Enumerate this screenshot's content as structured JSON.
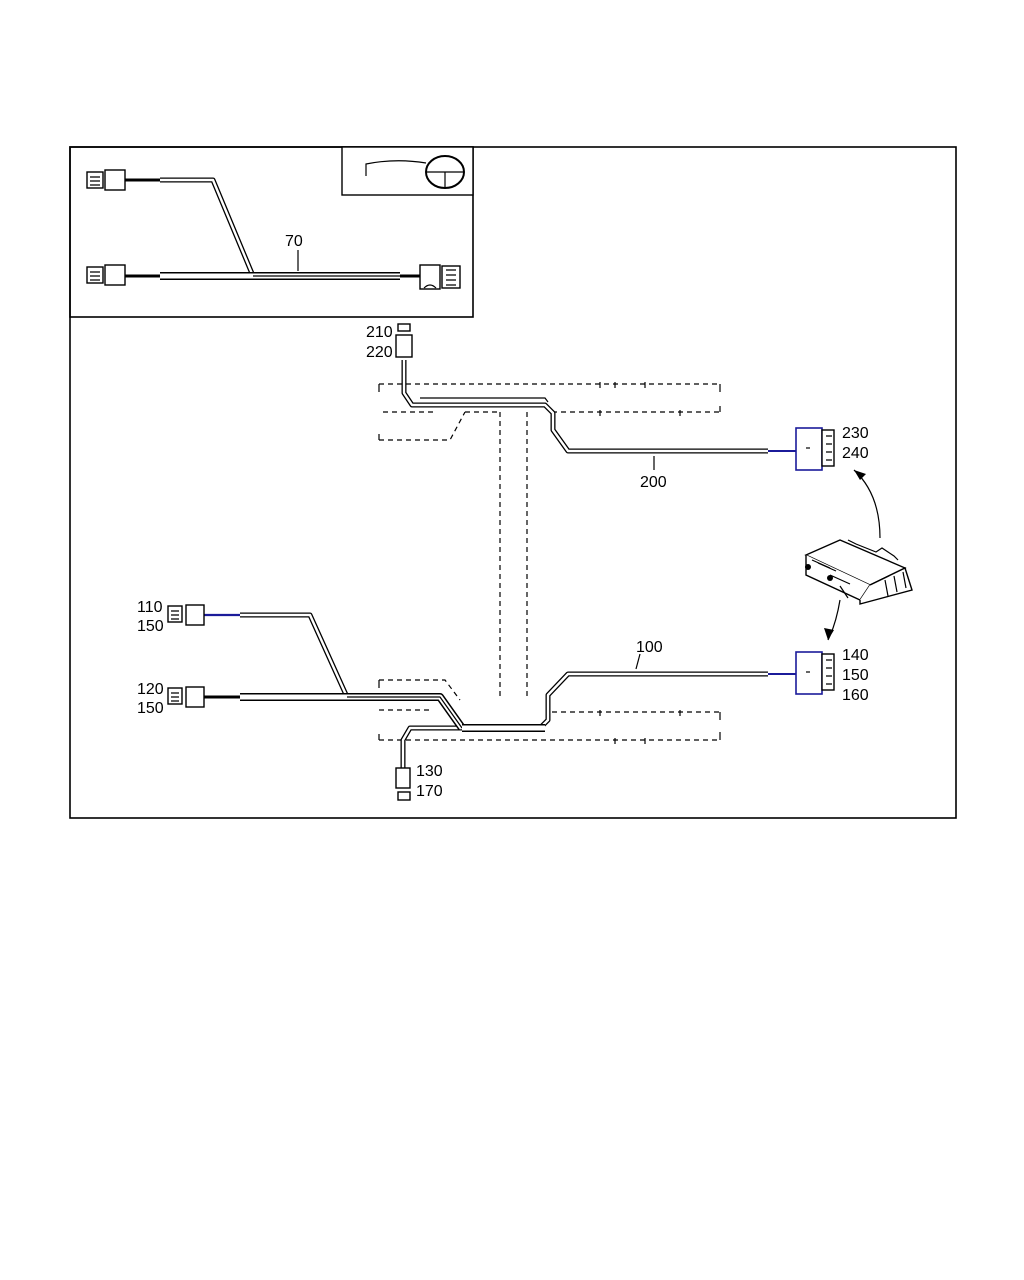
{
  "diagram": {
    "inset_harness_label": "70",
    "harness_top_label": "200",
    "harness_bottom_label": "100",
    "connector_labels": {
      "top_left_a": "210",
      "top_left_b": "220",
      "right_upper_a": "230",
      "right_upper_b": "240",
      "left_upper_a": "110",
      "left_upper_b": "150",
      "left_lower_a": "120",
      "left_lower_b": "150",
      "bottom_a": "130",
      "bottom_b": "170",
      "right_lower_a": "140",
      "right_lower_b": "150",
      "right_lower_c": "160"
    },
    "colors": {
      "line": "#000000",
      "wire_end": "#1b1b9a",
      "background": "#ffffff"
    }
  }
}
